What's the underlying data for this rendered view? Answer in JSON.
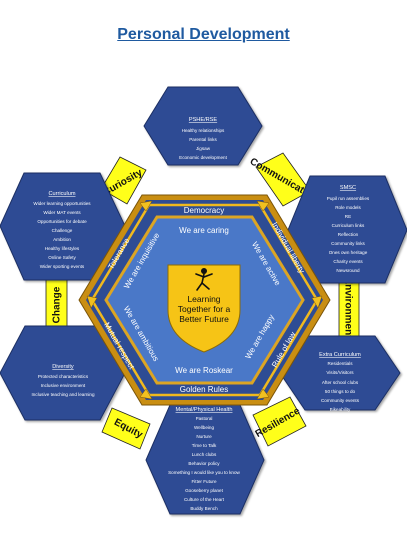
{
  "title": "Personal Development",
  "center_text": [
    "Learning",
    "Together for a",
    "Better Future"
  ],
  "outer_labels": [
    "Democracy",
    "Individual liberty",
    "Rule of law",
    "Golden Rules",
    "Mutual respect",
    "Tolerance"
  ],
  "inner_labels": [
    "We are caring",
    "We are active",
    "We are happy",
    "We are Roskear",
    "We are ambitious",
    "We are inquisitive"
  ],
  "connectors": [
    "Curiosity",
    "Communication",
    "Environment",
    "Resilience",
    "Equity",
    "Change"
  ],
  "hexagons": {
    "pshe": {
      "heading": "PSHE/RSE",
      "items": [
        "Healthy relationships",
        "Parental links",
        "Jigsaw",
        "Economic development"
      ]
    },
    "smsc": {
      "heading": "SMSC",
      "items": [
        "Pupil run assemblies",
        "Role models",
        "RE",
        "Curriculum links",
        "Reflection",
        "Community links",
        "Ones own heritage",
        "Charity events",
        "Newsround"
      ]
    },
    "extra": {
      "heading": "Extra Curriculum",
      "items": [
        "Residentials",
        "Visits/Visitors",
        "After school clubs",
        "50 things to do",
        "Community events",
        "Bikeability"
      ]
    },
    "health": {
      "heading": "Mental/Physical Health",
      "items": [
        "Pastoral",
        "Wellbeing",
        "Nurture",
        "Time to Talk",
        "Lunch clubs",
        "Behavior policy",
        "Something I would like you to know",
        "Fitter Future",
        "Gooseberry planet",
        "Culture of the Heart",
        "Buddy Bench"
      ]
    },
    "diversity": {
      "heading": "Diversity",
      "items": [
        "Protected characteristics",
        "Inclusive environment",
        "Inclusive teaching and learning"
      ]
    },
    "curriculum": {
      "heading": "Curriculum",
      "items": [
        "Wider learning opportunities",
        "Wider MAT events",
        "Opportunities for  debate",
        "Challenge",
        "Ambition",
        "Healthy lifestyles",
        "Online Safety",
        "Wider sporting events"
      ]
    }
  },
  "colors": {
    "hex_blue": "#2e4c94",
    "inner_blue": "#4a78c8",
    "frame_gold": "#d8a220",
    "yellow": "#ffff1a",
    "title_blue": "#1f5aa0"
  }
}
